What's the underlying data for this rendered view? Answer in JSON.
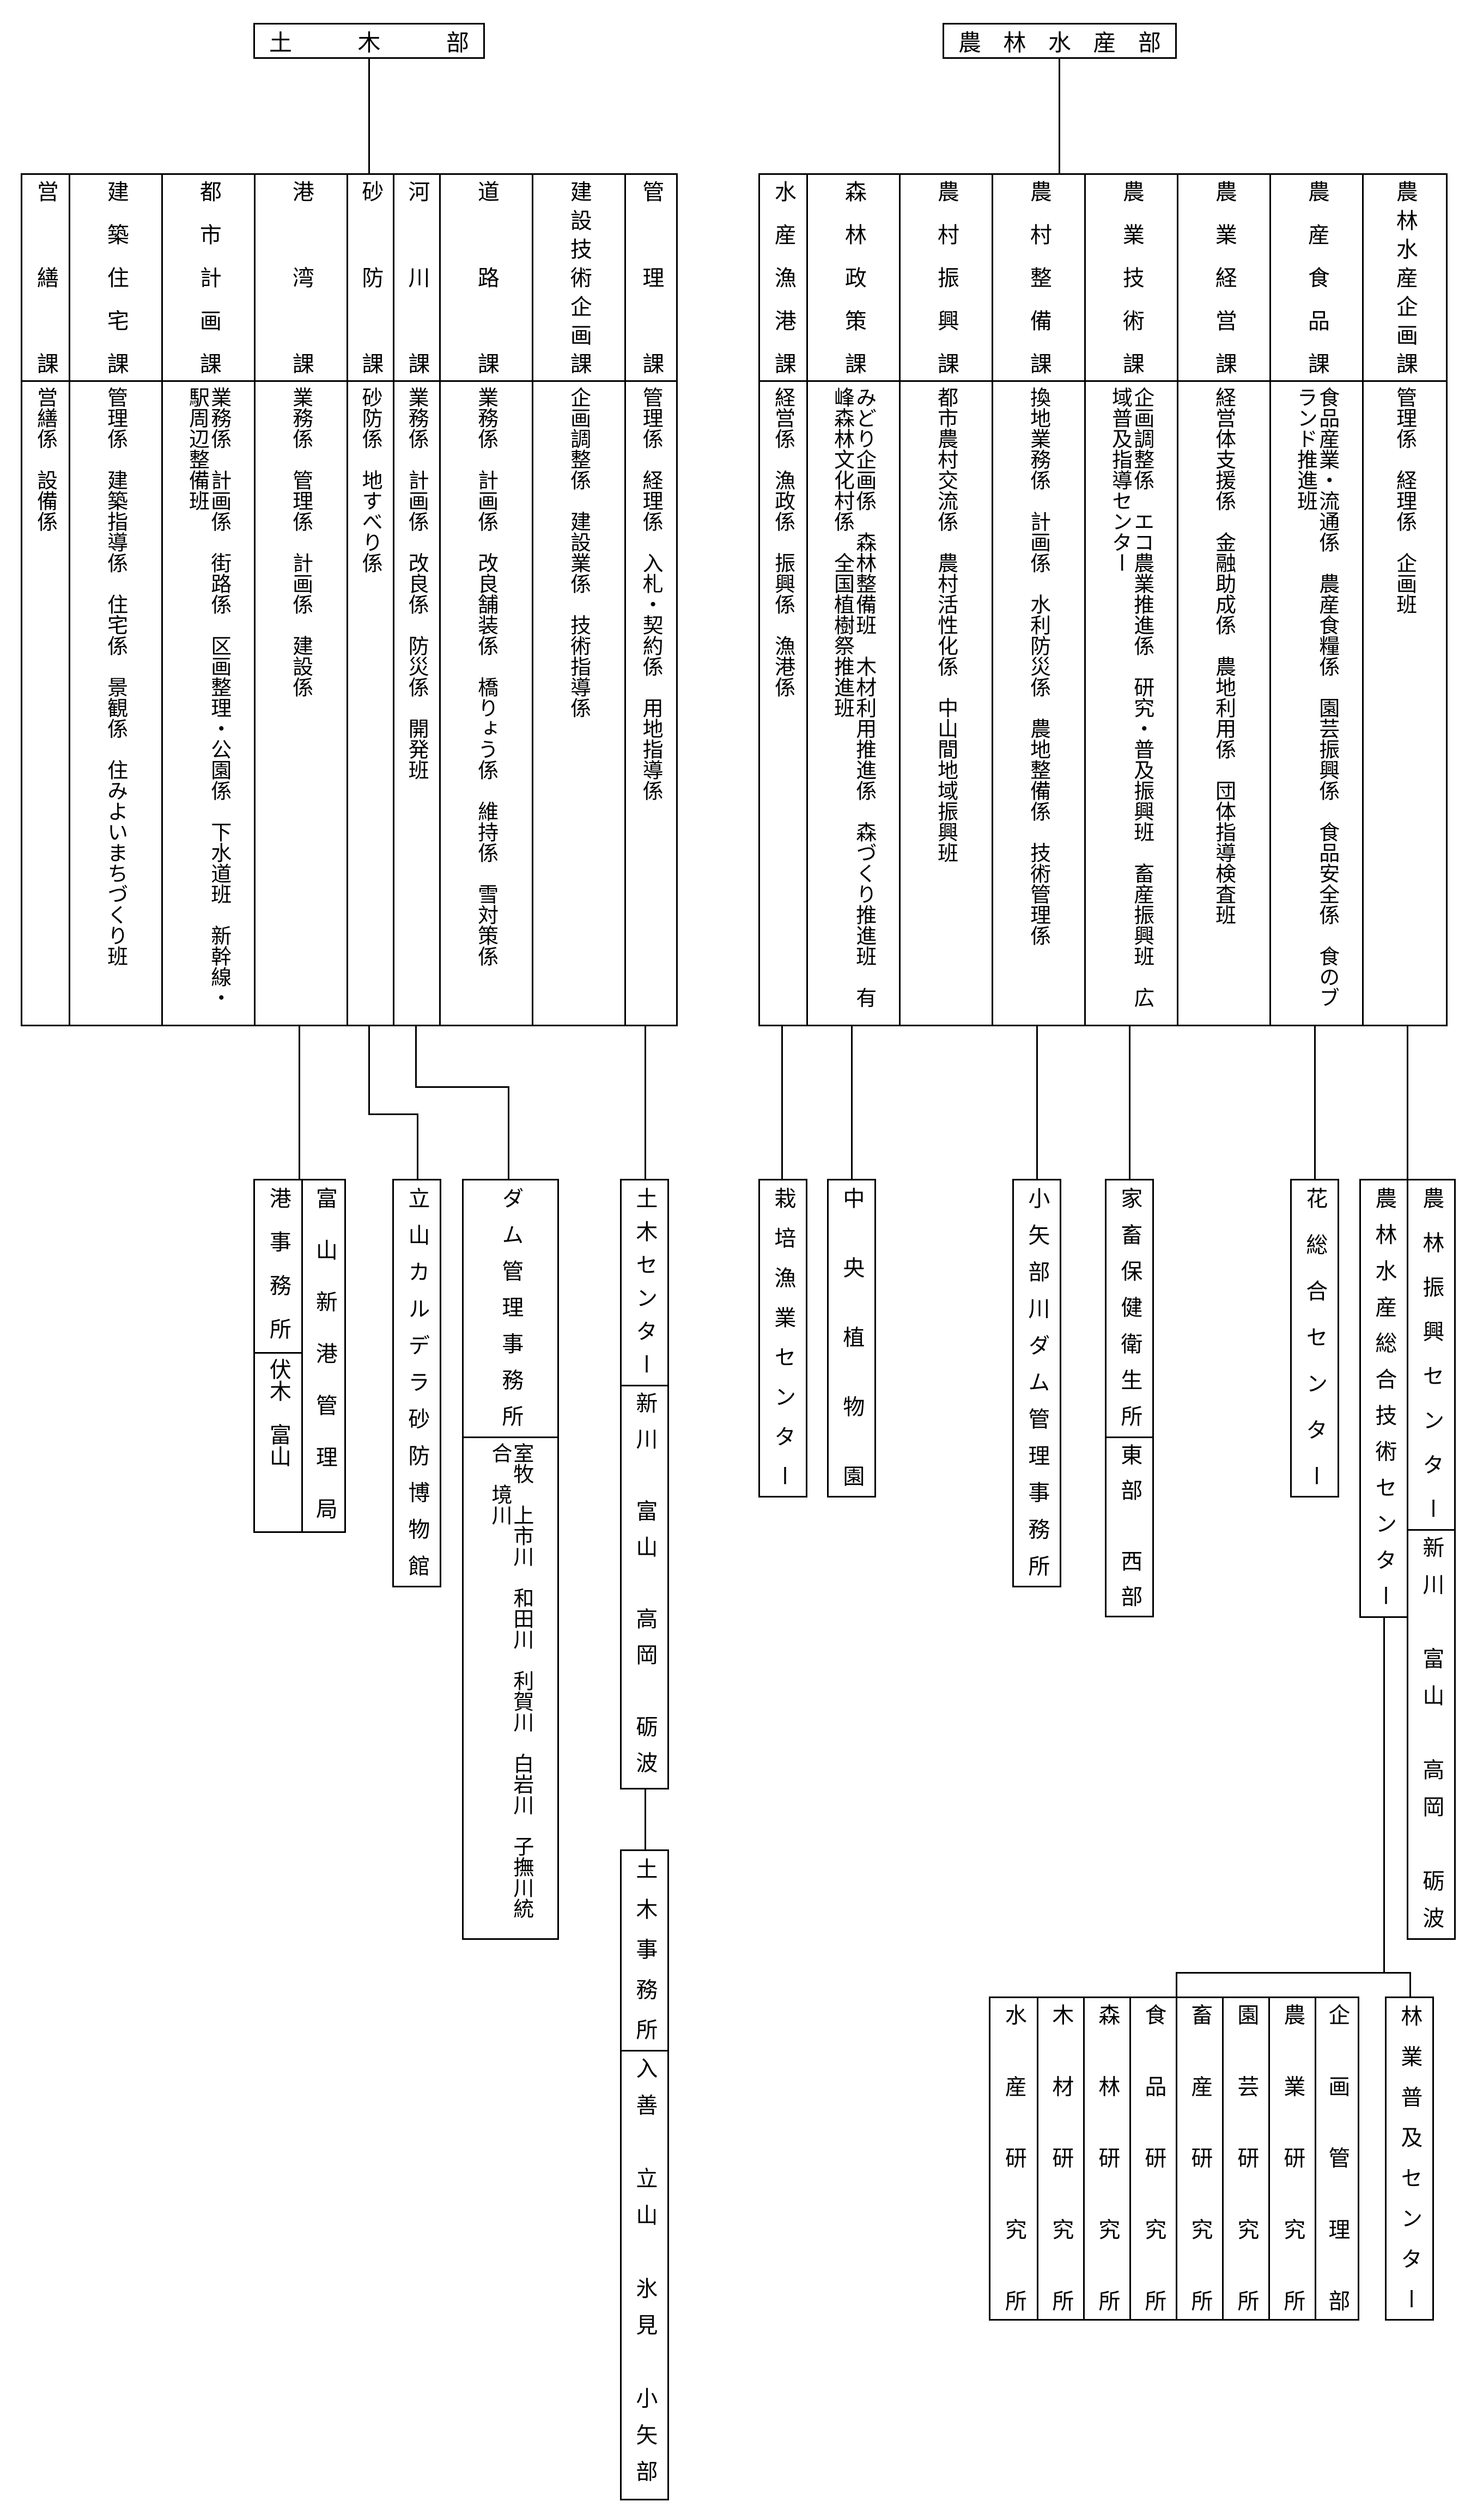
{
  "doboku": {
    "title": [
      "土",
      "木",
      "部"
    ],
    "sections": [
      {
        "name": "営繕課",
        "sub": "営繕係　設備係"
      },
      {
        "name": "建築住宅課",
        "sub": "管理係　建築指導係　住宅係　景観係　住みよいまちづくり班"
      },
      {
        "name": "都市計画課",
        "sub": "業務係　計画係　街路係　区画整理・公園係　下水道班　新幹線・駅周辺整備班"
      },
      {
        "name": "港湾課",
        "sub": "業務係　管理係　計画係　建設係"
      },
      {
        "name": "砂防課",
        "sub": "砂防係　地すべり係"
      },
      {
        "name": "河川課",
        "sub": "業務係　計画係　改良係　防災係　開発班"
      },
      {
        "name": "道路課",
        "sub": "業務係　計画係　改良舗装係　橋りょう係　維持係　雪対策係"
      },
      {
        "name": "建設技術企画課",
        "sub": "企画調整係　建設業係　技術指導係"
      },
      {
        "name": "管理課",
        "sub": "管理係　経理係　入札・契約係　用地指導係"
      }
    ],
    "outposts": [
      {
        "top": "港事務所",
        "top2": "富山新港管理局",
        "bottom": "伏木　富山"
      },
      {
        "top": "立山カルデラ砂防博物館"
      },
      {
        "top": "ダム管理事務所",
        "bottom": "室牧　上市川　和田川　利賀川　白岩川　子撫川統合　境川"
      },
      {
        "top": "土木センター",
        "bottom": "新川　富山　高岡　砺波"
      },
      {
        "top": "土木事務所",
        "bottom": "入善　立山　氷見　小矢部"
      }
    ]
  },
  "norin": {
    "title": [
      "農",
      "林",
      "水",
      "産",
      "部"
    ],
    "sections": [
      {
        "name": "水産漁港課",
        "sub": "経営係　漁政係　振興係　漁港係"
      },
      {
        "name": "森林政策課",
        "sub": "みどり企画係　森林整備班　木材利用推進係　森づくり推進班　有峰森林文化村係　全国植樹祭推進班"
      },
      {
        "name": "農村振興課",
        "sub": "都市農村交流係　農村活性化係　中山間地域振興班"
      },
      {
        "name": "農村整備課",
        "sub": "換地業務係　計画係　水利防災係　農地整備係　技術管理係"
      },
      {
        "name": "農業技術課",
        "sub": "企画調整係　エコ農業推進係　研究・普及振興班　畜産振興班　広域普及指導センター"
      },
      {
        "name": "農業経営課",
        "sub": "経営体支援係　金融助成係　農地利用係　団体指導検査班"
      },
      {
        "name": "農産食品課",
        "sub": "食品産業・流通係　農産食糧係　園芸振興係　食品安全係　食のブランド推進班"
      },
      {
        "name": "農林水産企画課",
        "sub": "管理係　経理係　企画班"
      }
    ],
    "outposts": [
      {
        "top": "栽培漁業センター"
      },
      {
        "top": "中央植物園"
      },
      {
        "top": "小矢部川ダム管理事務所"
      },
      {
        "top": "家畜保健衛生所",
        "bottom": "東部　西部"
      },
      {
        "top": "花総合センター"
      },
      {
        "top": "農林水産総合技術センター"
      },
      {
        "top": "農林振興センター",
        "bottom": "新川　富山　高岡　砺波"
      }
    ],
    "labs": [
      "水産研究所",
      "木材研究所",
      "森林研究所",
      "食品研究所",
      "畜産研究所",
      "園芸研究所",
      "農業研究所",
      "企画管理部"
    ],
    "fukyu": "林業普及センター"
  }
}
